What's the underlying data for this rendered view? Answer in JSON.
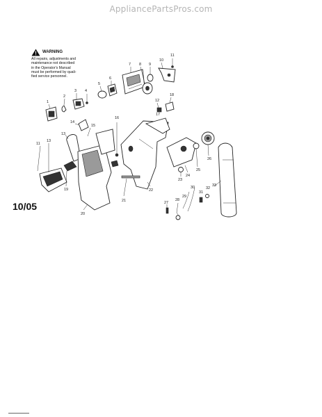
{
  "watermark": "AppliancePartsPros.com",
  "warning": {
    "title": "WARNING",
    "lines": [
      "All repairs, adjustments and",
      "maintenance not described",
      "in the Operator's Manual",
      "must be performed by quali-",
      "fied service personnel."
    ]
  },
  "date_code": "10/05",
  "callouts": [
    "1",
    "2",
    "3",
    "4",
    "5",
    "6",
    "7",
    "8",
    "9",
    "10",
    "11",
    "11",
    "12",
    "13",
    "13",
    "14",
    "15",
    "16",
    "17",
    "18",
    "19",
    "20",
    "21",
    "22",
    "23",
    "24",
    "25",
    "26",
    "27",
    "28",
    "29",
    "30",
    "31",
    "32",
    "33"
  ]
}
